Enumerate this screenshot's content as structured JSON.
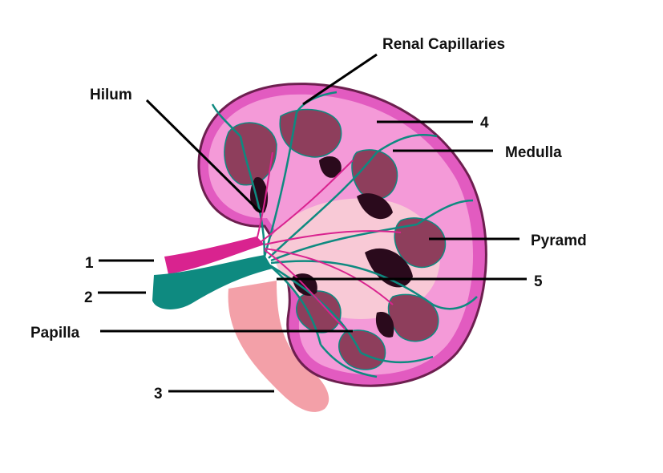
{
  "title": "Kidney structure diagram",
  "labels": {
    "renal_capillaries": "Renal Capillaries",
    "hilum": "Hilum",
    "four": "4",
    "medulla": "Medulla",
    "pyramid": "Pyramd",
    "five": "5",
    "one": "1",
    "two": "2",
    "papilla": "Papilla",
    "three": "3"
  },
  "colors": {
    "capsule": "#e25bc0",
    "cortex": "#f49ad8",
    "inner": "#f8c9d6",
    "pyramid": "#8e3e5c",
    "calyx_dark": "#2a0a1c",
    "vessels_teal": "#0e8a80",
    "artery": "#d9238f",
    "ureter": "#f3a0a8"
  }
}
